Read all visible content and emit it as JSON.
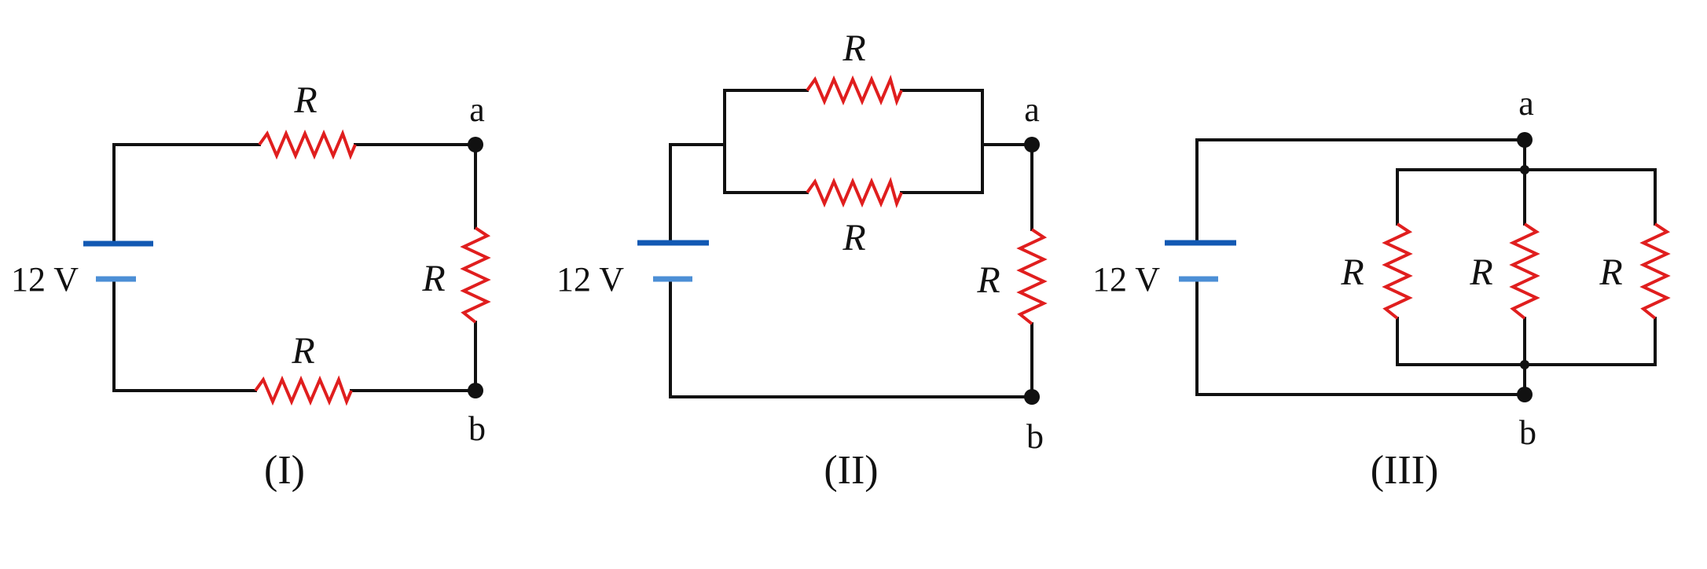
{
  "colors": {
    "wire": "#111111",
    "resistor": "#e01e1e",
    "battery_long_plate": "#1259b3",
    "battery_short_plate": "#4c8fd6"
  },
  "circuits": [
    {
      "caption": "(I)",
      "battery_label": "12 V",
      "resistor_labels": [
        "R",
        "R",
        "R"
      ],
      "terminal_a": "a",
      "terminal_b": "b"
    },
    {
      "caption": "(II)",
      "battery_label": "12 V",
      "resistor_labels": [
        "R",
        "R",
        "R"
      ],
      "terminal_a": "a",
      "terminal_b": "b"
    },
    {
      "caption": "(III)",
      "battery_label": "12 V",
      "resistor_labels": [
        "R",
        "R",
        "R"
      ],
      "terminal_a": "a",
      "terminal_b": "b"
    }
  ]
}
